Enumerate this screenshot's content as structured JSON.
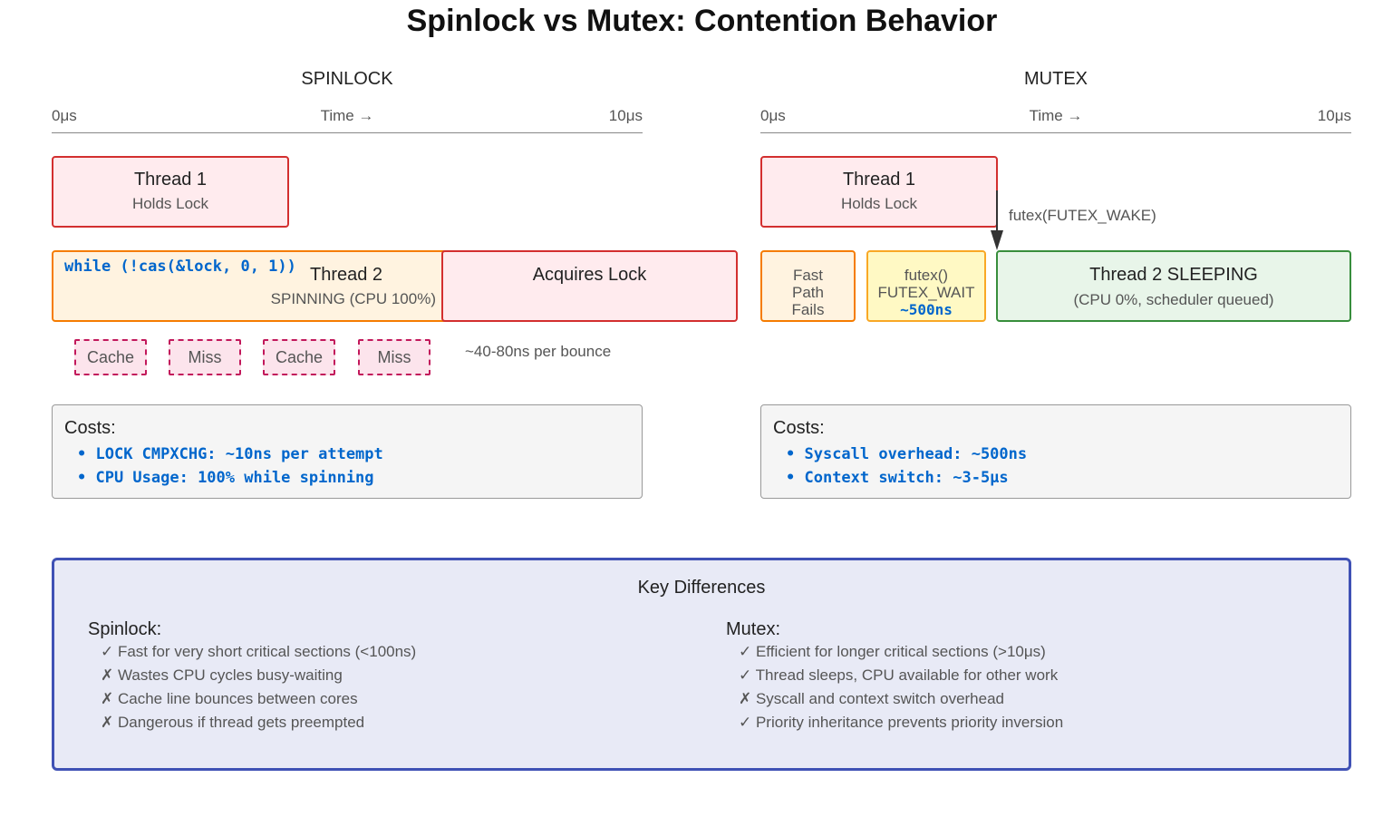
{
  "title": "Spinlock vs Mutex: Contention Behavior",
  "spinlock": {
    "heading": "SPINLOCK",
    "axis": {
      "start": "0μs",
      "label": "Time →",
      "end": "10μs"
    },
    "thread1": {
      "title": "Thread 1",
      "sub": "Holds Lock"
    },
    "thread2": {
      "code": "while (!cas(&lock, 0, 1))",
      "title": "Thread 2",
      "sub": "SPINNING (CPU 100%)"
    },
    "acquire": "Acquires Lock",
    "cache_boxes": [
      "Cache",
      "Miss",
      "Cache",
      "Miss"
    ],
    "bounce_note": "~40-80ns per bounce",
    "costs": {
      "heading": "Costs:",
      "items": [
        "LOCK CMPXCHG: ~10ns per attempt",
        "CPU Usage: 100% while spinning"
      ]
    }
  },
  "mutex": {
    "heading": "MUTEX",
    "axis": {
      "start": "0μs",
      "label": "Time →",
      "end": "10μs"
    },
    "thread1": {
      "title": "Thread 1",
      "sub": "Holds Lock"
    },
    "wake_label": "futex(FUTEX_WAKE)",
    "fast_path": [
      "Fast",
      "Path",
      "Fails"
    ],
    "futex_wait": {
      "line1": "futex()",
      "line2": "FUTEX_WAIT",
      "cost": "~500ns"
    },
    "sleeping": {
      "title": "Thread 2 SLEEPING",
      "sub": "(CPU 0%, scheduler queued)"
    },
    "costs": {
      "heading": "Costs:",
      "items": [
        "Syscall overhead: ~500ns",
        "Context switch: ~3-5μs"
      ]
    }
  },
  "key": {
    "heading": "Key Differences",
    "spinlock": {
      "heading": "Spinlock:",
      "items": [
        "✓ Fast for very short critical sections (<100ns)",
        "✗ Wastes CPU cycles busy-waiting",
        "✗ Cache line bounces between cores",
        "✗ Dangerous if thread gets preempted"
      ]
    },
    "mutex": {
      "heading": "Mutex:",
      "items": [
        "✓ Efficient for longer critical sections (>10μs)",
        "✓ Thread sleeps, CPU available for other work",
        "✗ Syscall and context switch overhead",
        "✓ Priority inheritance prevents priority inversion"
      ]
    }
  }
}
